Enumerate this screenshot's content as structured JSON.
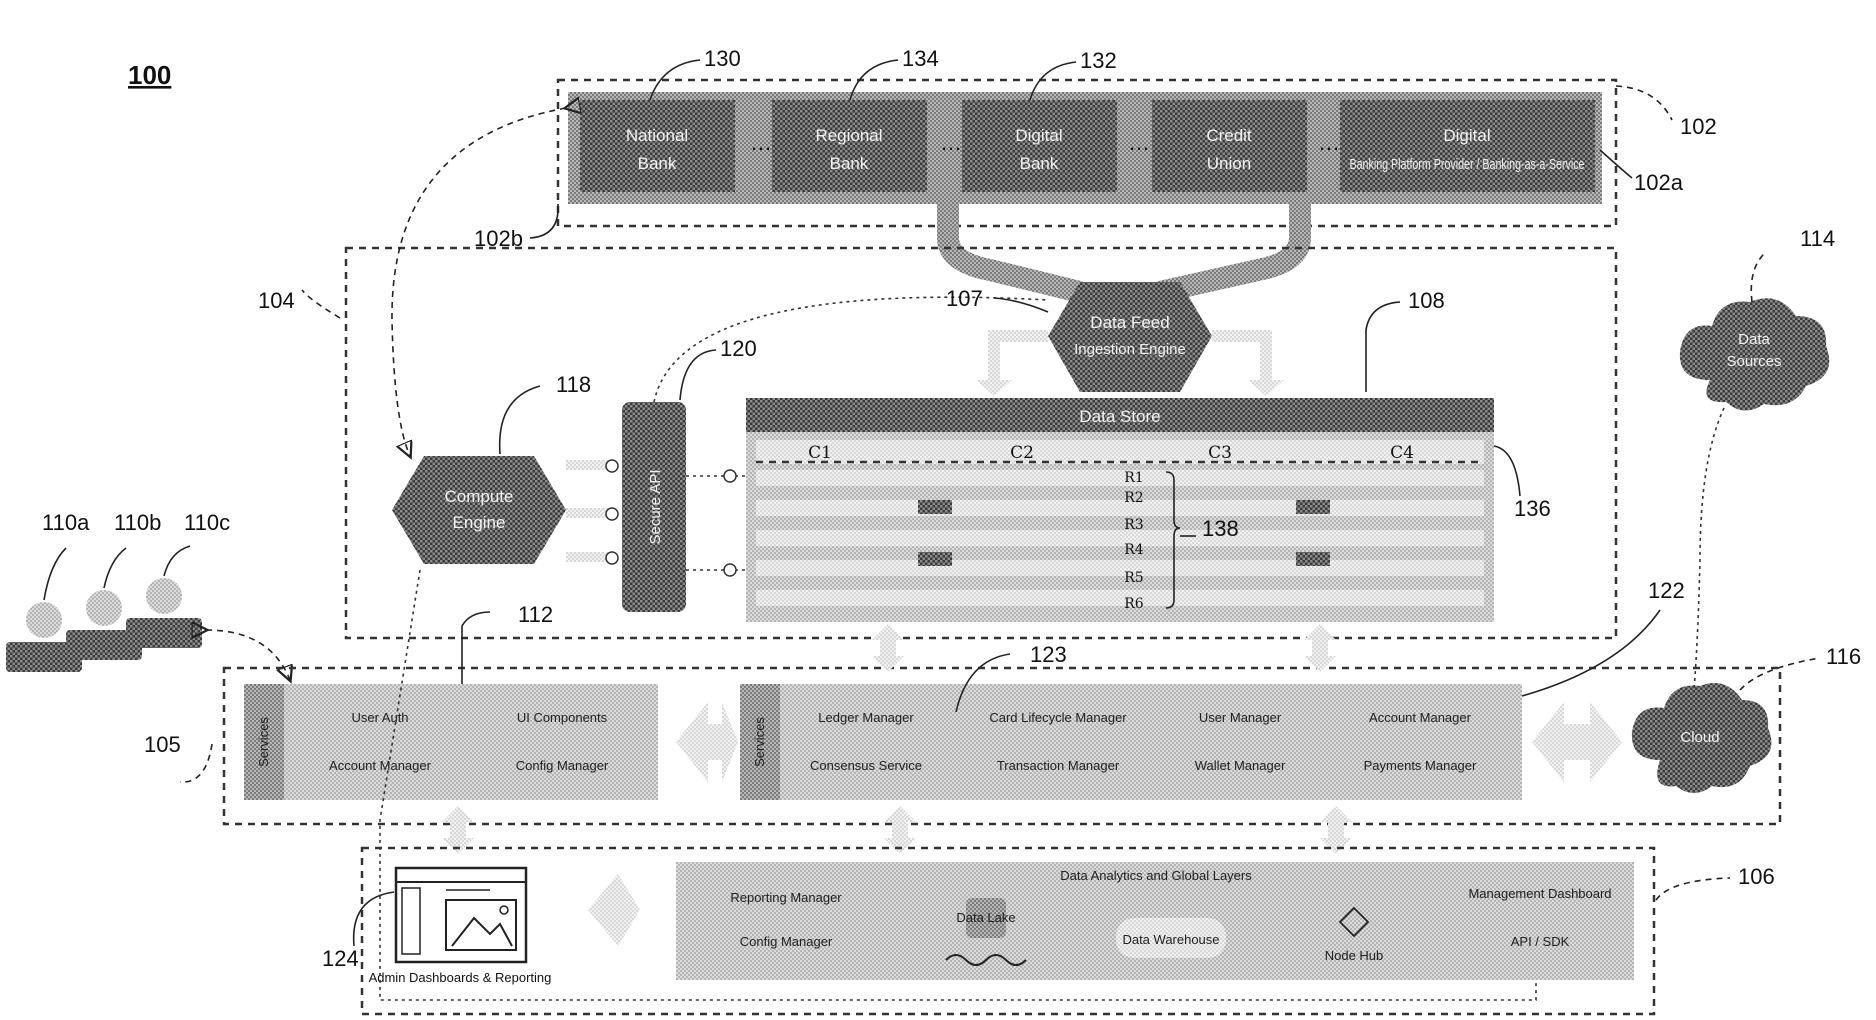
{
  "figure": {
    "number": "100"
  },
  "refs": {
    "r102": "102",
    "r102a": "102a",
    "r102b": "102b",
    "r104": "104",
    "r105": "105",
    "r106": "106",
    "r107": "107",
    "r108": "108",
    "r110a": "110a",
    "r110b": "110b",
    "r110c": "110c",
    "r112": "112",
    "r114": "114",
    "r116": "116",
    "r118": "118",
    "r120": "120",
    "r122": "122",
    "r123": "123",
    "r124": "124",
    "r130": "130",
    "r132": "132",
    "r134": "134",
    "r136": "136",
    "r138": "138"
  },
  "sources": [
    {
      "line1": "National",
      "line2": "Bank"
    },
    {
      "line1": "Regional",
      "line2": "Bank"
    },
    {
      "line1": "Digital",
      "line2": "Bank"
    },
    {
      "line1": "Credit",
      "line2": "Union"
    },
    {
      "line1": "Digital",
      "line2": "Banking Platform Provider / Banking-as-a-Service"
    }
  ],
  "table": {
    "title": "Data Store",
    "columns": [
      "C1",
      "C2",
      "C3",
      "C4"
    ],
    "rows": [
      "R1",
      "R2",
      "R3",
      "R4",
      "R5",
      "R6"
    ]
  },
  "blocks": {
    "ingestion": {
      "line1": "Data Feed",
      "line2": "Ingestion Engine"
    },
    "compute": {
      "line1": "Compute",
      "line2": "Engine"
    },
    "api": {
      "line1": "Secure API"
    },
    "cloud114": {
      "line1": "Data",
      "line2": "Sources"
    },
    "cloud116": {
      "line1": "Cloud"
    },
    "dashboard": {
      "caption": "Admin Dashboards & Reporting"
    }
  },
  "services_left": {
    "side_label": "Services",
    "items": [
      "User Auth",
      "UI Components",
      "Account Manager",
      "Config Manager"
    ]
  },
  "services_right": {
    "side_label": "Services",
    "items": [
      "Ledger Manager",
      "Card Lifecycle Manager",
      "User Manager",
      "Account Manager",
      "Consensus Service",
      "Transaction Manager",
      "Wallet Manager",
      "Payments Manager"
    ]
  },
  "analytics": {
    "title": "Data Analytics and Global Layers",
    "items": [
      "Reporting Manager",
      "Data Lake",
      "Management Dashboard",
      "Config Manager",
      "Data Warehouse",
      "Node Hub",
      "API / SDK"
    ]
  }
}
